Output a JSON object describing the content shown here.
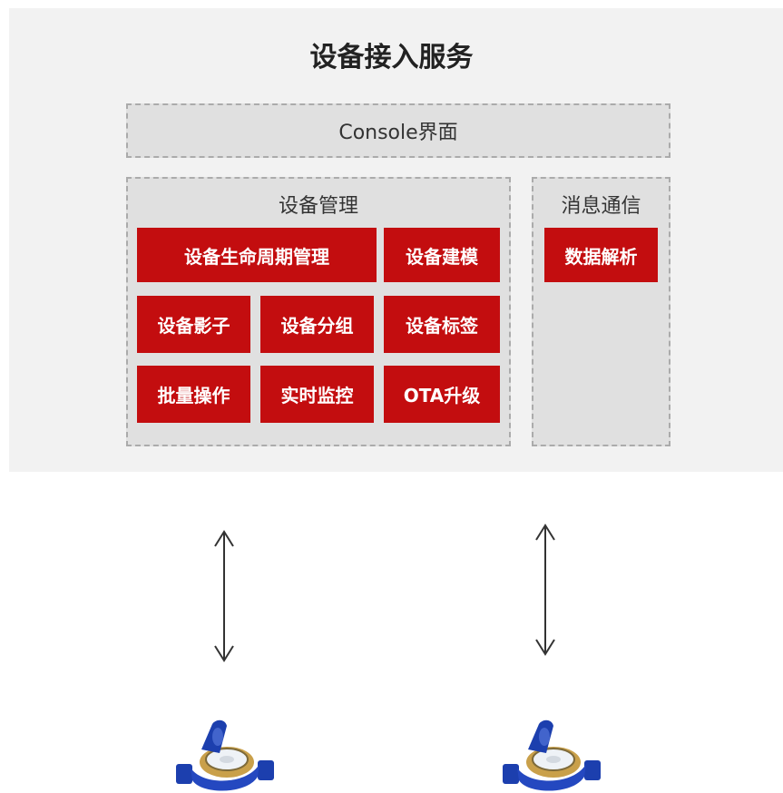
{
  "title": "设备接入服务",
  "console": {
    "label": "Console界面"
  },
  "device_management": {
    "label": "设备管理",
    "modules": [
      "设备生命周期管理",
      "设备建模",
      "设备影子",
      "设备分组",
      "设备标签",
      "批量操作",
      "实时监控",
      "OTA升级"
    ]
  },
  "messaging": {
    "label": "消息通信",
    "modules": [
      "数据解析"
    ]
  },
  "colors": {
    "panel_bg": "#f2f2f2",
    "box_bg": "#e0e0e0",
    "dashed_border": "#ababab",
    "module_red": "#c30d0f",
    "meter_blue": "#1c3fae",
    "meter_brass": "#c9a04a"
  },
  "icons": [
    "double-arrow-icon",
    "water-meter-icon"
  ]
}
